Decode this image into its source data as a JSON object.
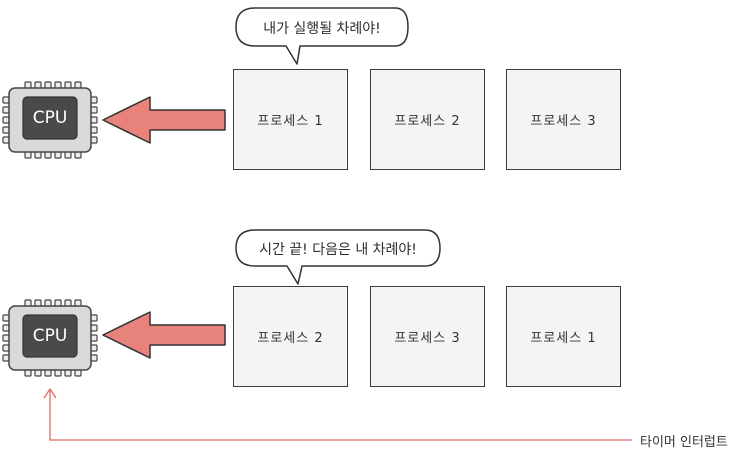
{
  "rows": [
    {
      "bubble": "내가 실행될 차례야!",
      "cpu_label": "CPU",
      "processes": [
        "프로세스 1",
        "프로세스 2",
        "프로세스 3"
      ]
    },
    {
      "bubble": "시간 끝! 다음은 내 차례야!",
      "cpu_label": "CPU",
      "processes": [
        "프로세스 2",
        "프로세스 3",
        "프로세스 1"
      ]
    }
  ],
  "timer_interrupt_label": "타이머 인터럽트",
  "colors": {
    "arrow_fill": "#e8837c",
    "interrupt_line": "#e06a60",
    "cpu_body": "#d9d9d9",
    "cpu_core": "#4a4a4a",
    "box_fill": "#f4f4f4"
  }
}
